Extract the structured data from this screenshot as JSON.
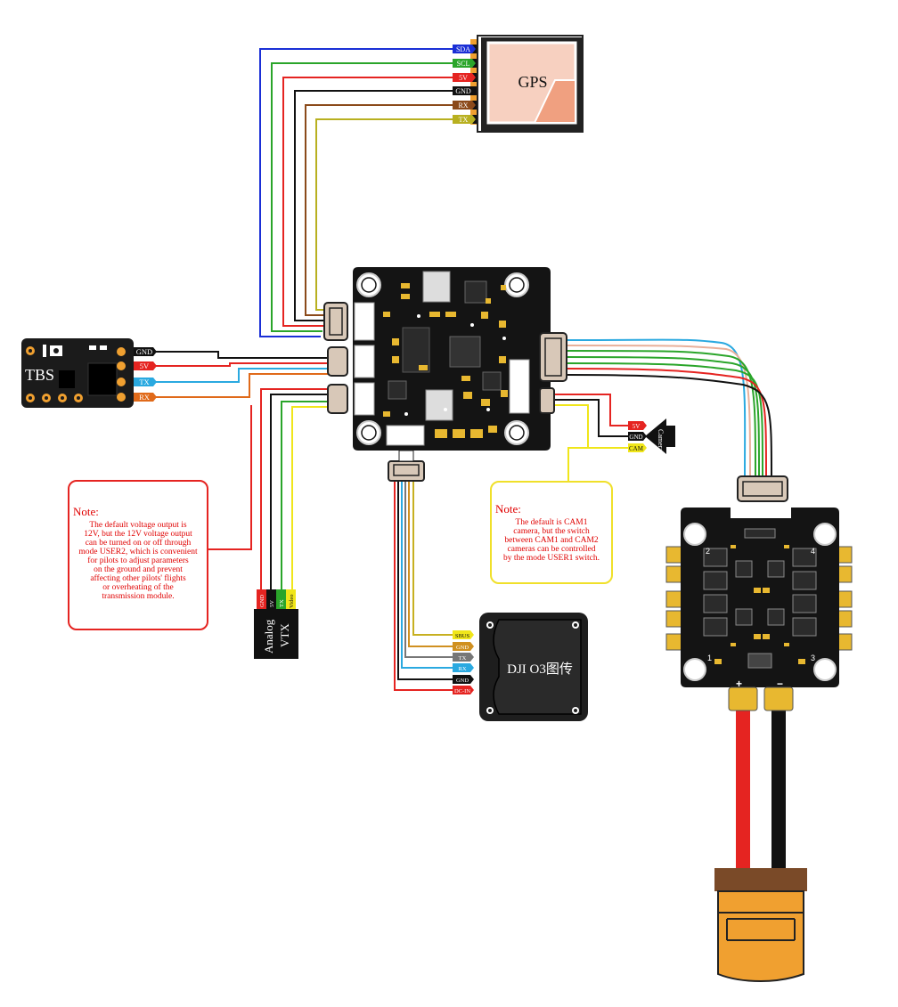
{
  "gps": {
    "label": "GPS",
    "pins": [
      "SDA",
      "SCL",
      "5V",
      "GND",
      "RX",
      "TX"
    ]
  },
  "receiver": {
    "label": "TBS",
    "pins": [
      "GND",
      "5V",
      "TX",
      "RX"
    ]
  },
  "camera": {
    "label": "Camera",
    "pins": [
      "5V",
      "GND",
      "CAM"
    ]
  },
  "vtx": {
    "line1": "Analog",
    "line2": "VTX",
    "pins": [
      "GND",
      "5V",
      "TX",
      "Video"
    ]
  },
  "dji": {
    "label": "DJI O3图传",
    "pins": [
      "SBUS",
      "GND",
      "TX",
      "RX",
      "GND",
      "DC-IN"
    ]
  },
  "note_left": {
    "title": "Note:",
    "body": [
      "The default voltage output is",
      "12V, but the 12V voltage output",
      "can be turned on or off through",
      "mode USER2, which is convenient",
      "for pilots to adjust parameters",
      "on the ground and prevent",
      "affecting other pilots' flights",
      "or overheating of the",
      "transmission module."
    ]
  },
  "note_right": {
    "title": "Note:",
    "body": [
      "The default is CAM1",
      "camera, but the switch",
      "between CAM1 and CAM2",
      "cameras can be controlled",
      "by the mode USER1 switch."
    ]
  },
  "esc": {
    "motor_labels": [
      "1",
      "2",
      "3",
      "4"
    ],
    "battery_plus": "+",
    "battery_minus": "−"
  },
  "colors": {
    "red": "#e52421",
    "black": "#111111",
    "green": "#2aa52a",
    "blue": "#1a2fd6",
    "lightblue": "#2aa9e0",
    "orange": "#e06a1a",
    "brown": "#8b4a1a",
    "olive": "#b8b020",
    "yellow": "#f0e61a",
    "note_yellow": "#f0e02a",
    "xt60": "#f0a030"
  }
}
